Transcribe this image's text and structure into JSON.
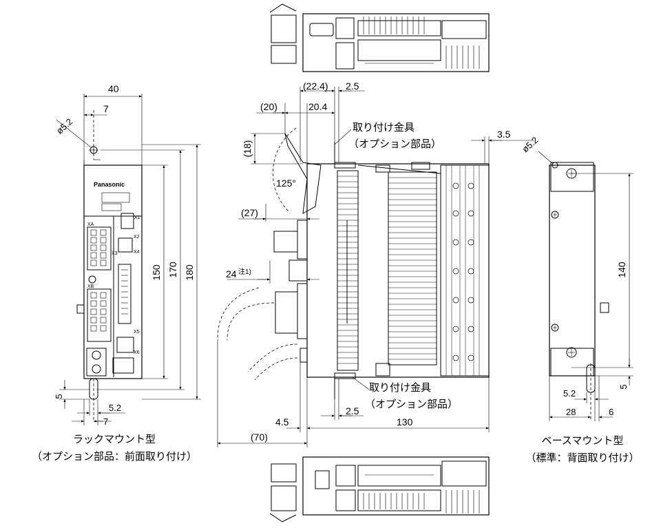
{
  "front_view": {
    "dimensions": {
      "width": "40",
      "hole_offset": "7",
      "hole_dia": "ø5.2",
      "height_150": "150",
      "height_170": "170",
      "height_180": "180",
      "bottom_offset": "5",
      "bottom_5_2": "5.2",
      "bottom_7": "7"
    },
    "brand": "Panasonic",
    "connector_labels": [
      "XA",
      "X1",
      "X2",
      "X3",
      "X4",
      "XB",
      "X5",
      "X6"
    ],
    "caption_line1": "ラックマウント型",
    "caption_line2": "（オプション部品：前面取り付け）"
  },
  "side_view": {
    "dimensions": {
      "d_22_4": "(22.4)",
      "d_2_5_top": "2.5",
      "d_20": "(20)",
      "d_20_4": "20.4",
      "d_18": "(18)",
      "angle": "125°",
      "d_27": "(27)",
      "d_24": "24",
      "note": "注1)",
      "d_3_5": "3.5",
      "d_2_5_bottom": "2.5",
      "d_4_5": "4.5",
      "d_130": "130",
      "d_70": "(70)"
    },
    "bracket_label_top_1": "取り付け金具",
    "bracket_label_top_2": "（オプション部品）",
    "bracket_label_bottom_1": "取り付け金具",
    "bracket_label_bottom_2": "（オプション部品）"
  },
  "base_view": {
    "dimensions": {
      "hole_dia": "ø5.2",
      "height_140": "140",
      "bottom_5": "5",
      "d_5_2": "5.2",
      "d_28": "28",
      "d_6": "6"
    },
    "caption_line1": "ベースマウント型",
    "caption_line2": "（標準：背面取り付け）"
  }
}
